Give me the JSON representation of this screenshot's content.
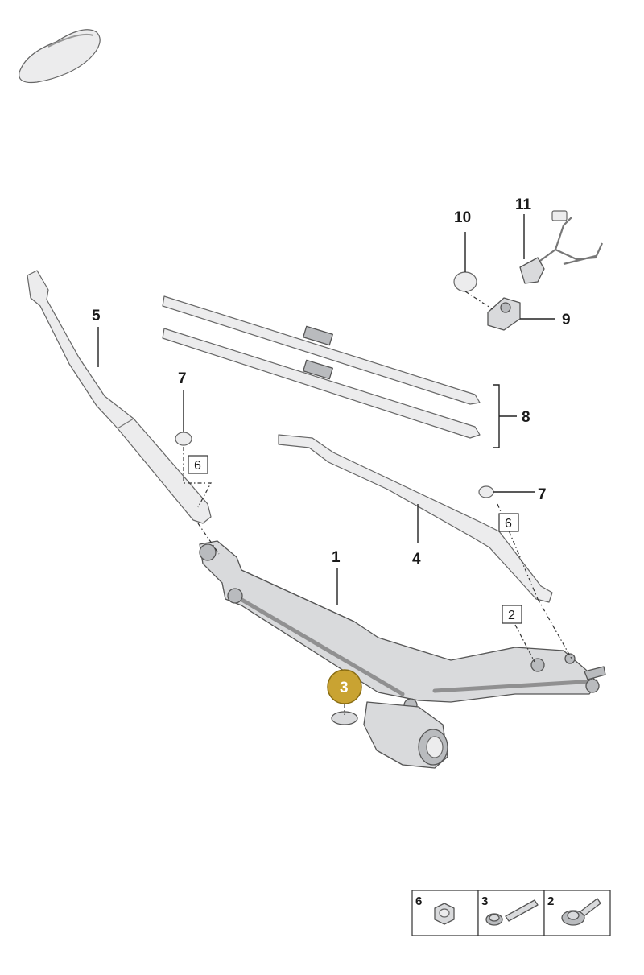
{
  "callouts": {
    "c1": "1",
    "c3": "3",
    "c4": "4",
    "c5": "5",
    "c7a": "7",
    "c7b": "7",
    "c8": "8",
    "c9": "9",
    "c10": "10",
    "c11": "11"
  },
  "boxed_callouts": {
    "b6a": "6",
    "b6b": "6",
    "b2": "2"
  },
  "legend": {
    "cells": [
      {
        "label": "6",
        "icon": "nut-icon"
      },
      {
        "label": "3",
        "icon": "bolt-icon"
      },
      {
        "label": "2",
        "icon": "flange-bolt-icon"
      }
    ]
  },
  "colors": {
    "highlight": "#c9a332",
    "part": "#d9dadc",
    "line": "#222222"
  }
}
